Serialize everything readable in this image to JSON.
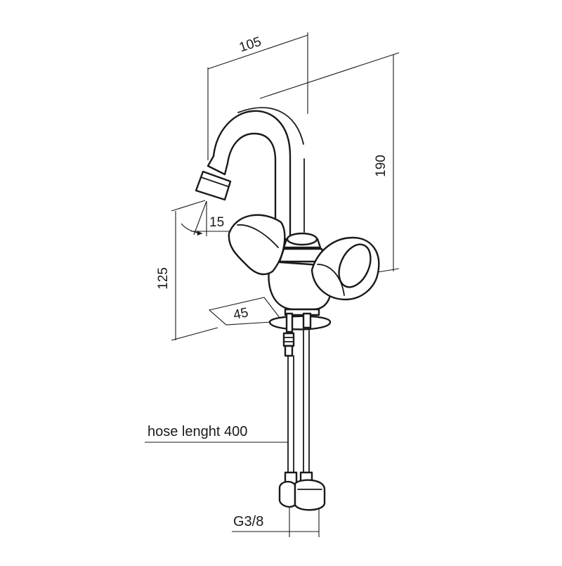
{
  "dimensions": {
    "spout_reach": "105",
    "total_height": "190",
    "spout_height": "125",
    "swivel_angle": "15",
    "handle_angle": "45"
  },
  "labels": {
    "hose_length": "hose lenght 400",
    "connection_thread": "G3/8"
  },
  "colors": {
    "line": "#1a1a1a",
    "background": "#ffffff"
  }
}
